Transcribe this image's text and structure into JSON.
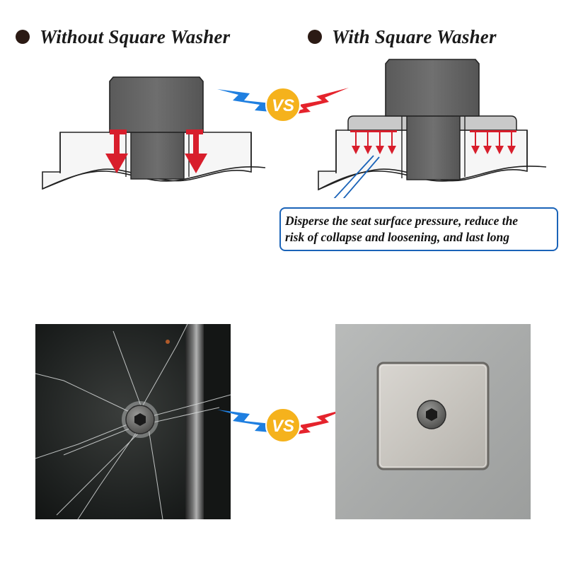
{
  "left_heading": "Without Square Washer",
  "right_heading": "With Square Washer",
  "vs_label": "VS",
  "callout": {
    "line1": "Disperse the seat surface pressure, reduce the",
    "line2": "risk of collapse and loosening, and last long"
  },
  "colors": {
    "bolt": "#636363",
    "plate": "#f6f6f6",
    "arrow": "#d81e2c",
    "callout_border": "#1a63b8",
    "bolt_vs_blue": "#1f7fe0",
    "bolt_vs_red": "#e5232c",
    "vs_badge": "#f5b21c"
  },
  "icons": [
    "bullet-dot-icon",
    "lightning-bolt-icon",
    "down-arrow-icon",
    "vs-badge-icon"
  ]
}
